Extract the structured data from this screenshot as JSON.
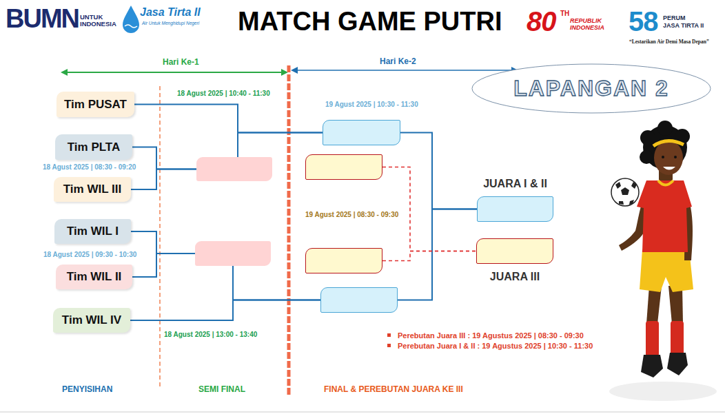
{
  "diagram": {
    "title": "MATCH GAME PUTRI",
    "nodes": [
      {
        "text": [
          "Tim PUSAT"
        ]
      },
      {
        "text": [
          "Tim PLTA"
        ]
      },
      {
        "text": [
          "Tim WIL III"
        ]
      },
      {
        "text": [
          "Tim WIL I"
        ]
      },
      {
        "text": [
          "Tim WIL II"
        ]
      },
      {
        "text": [
          "Tim WIL IV"
        ]
      },
      {
        "text": []
      },
      {
        "text": []
      },
      {
        "text": []
      },
      {
        "text": []
      },
      {
        "text": []
      },
      {
        "text": []
      },
      {
        "text": [
          "LAPANGAN 2"
        ]
      },
      {
        "text": [
          "JUARA I & II"
        ]
      },
      {
        "text": [
          "JUARA III"
        ]
      }
    ],
    "edges": [
      {
        "from": 1,
        "to": 6,
        "arrow": "none"
      },
      {
        "from": 2,
        "to": 6,
        "arrow": "none"
      },
      {
        "from": 3,
        "to": 7,
        "arrow": "none"
      },
      {
        "from": 4,
        "to": 7,
        "arrow": "none"
      },
      {
        "from": 0,
        "to": 8,
        "arrow": "none"
      },
      {
        "from": 6,
        "to": 8,
        "arrow": "none"
      },
      {
        "from": 7,
        "to": 11,
        "arrow": "none"
      },
      {
        "from": 5,
        "to": 11,
        "arrow": "none"
      },
      {
        "from": 8,
        "to": 13,
        "arrow": "none"
      },
      {
        "from": 11,
        "to": 13,
        "arrow": "none"
      },
      {
        "from": 9,
        "to": 14,
        "arrow": "none"
      },
      {
        "from": 10,
        "to": 14,
        "arrow": "none"
      }
    ],
    "labels": [
      "BUMN",
      "UNTUK INDONESIA",
      "Jasa Tirta II",
      "Air Untuk Menghidupi Negeri",
      "80",
      "TH",
      "REPUBLIK INDONESIA",
      "58",
      "PERUM",
      "JASA TIRTA II",
      "“Lestarikan Air Demi Masa Depan”",
      "Hari Ke-1",
      "Hari Ke-2",
      "18 Agust 2025 | 10:40 - 11:30",
      "19 Agust 2025 | 10:30 - 11:30",
      "18 Agust 2025 | 08:30 - 09:20",
      "19 Agust 2025 | 08:30 - 09:30",
      "18 Agust 2025 | 09:30 - 10:30",
      "18 Agust 2025 | 13:00 - 13:40",
      "Perebutan Juara III : 19 Agustus 2025 | 08:30 - 09:30",
      "Perebutan Juara I & II : 19 Agustus 2025 | 10:30 - 11:30",
      "PENYISIHAN",
      "SEMI FINAL",
      "FINAL & PEREBUTAN JUARA KE III"
    ]
  }
}
